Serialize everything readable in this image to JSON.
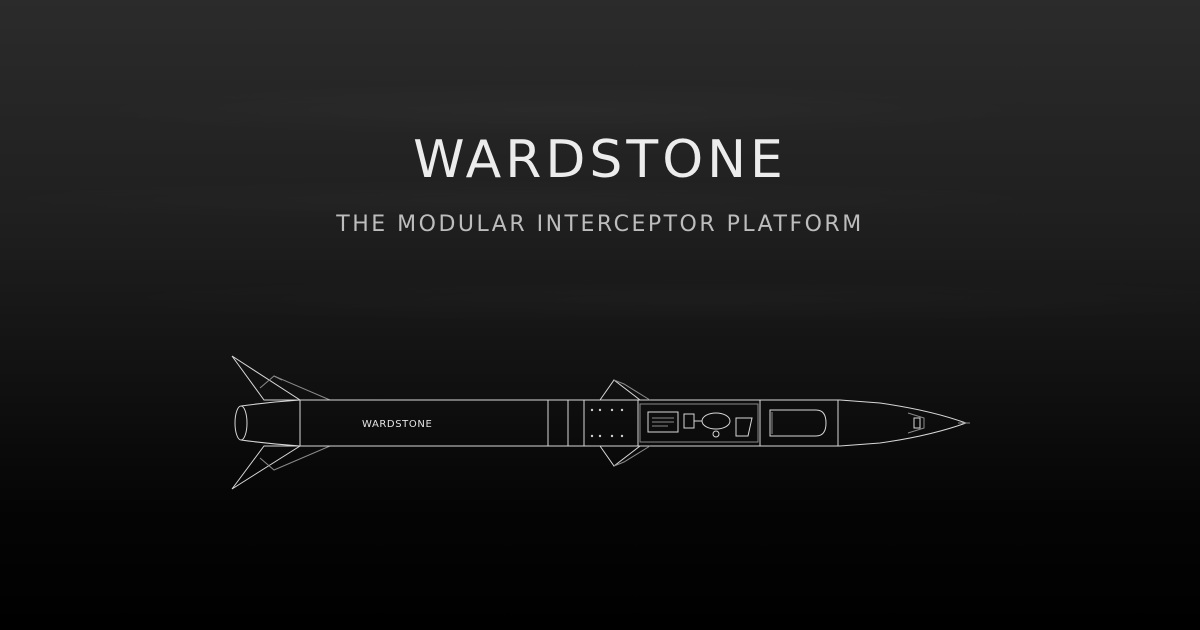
{
  "brand": {
    "title": "WARDSTONE",
    "tagline": "THE MODULAR INTERCEPTOR PLATFORM"
  },
  "illustration": {
    "name": "interceptor-missile-line-drawing",
    "body_label": "WARDSTONE",
    "line_color": "#d8d8d8"
  },
  "colors": {
    "background_top": "#2b2b2b",
    "background_bottom": "#000000",
    "title_color": "#ececec",
    "tagline_color": "#bdbdbd"
  }
}
